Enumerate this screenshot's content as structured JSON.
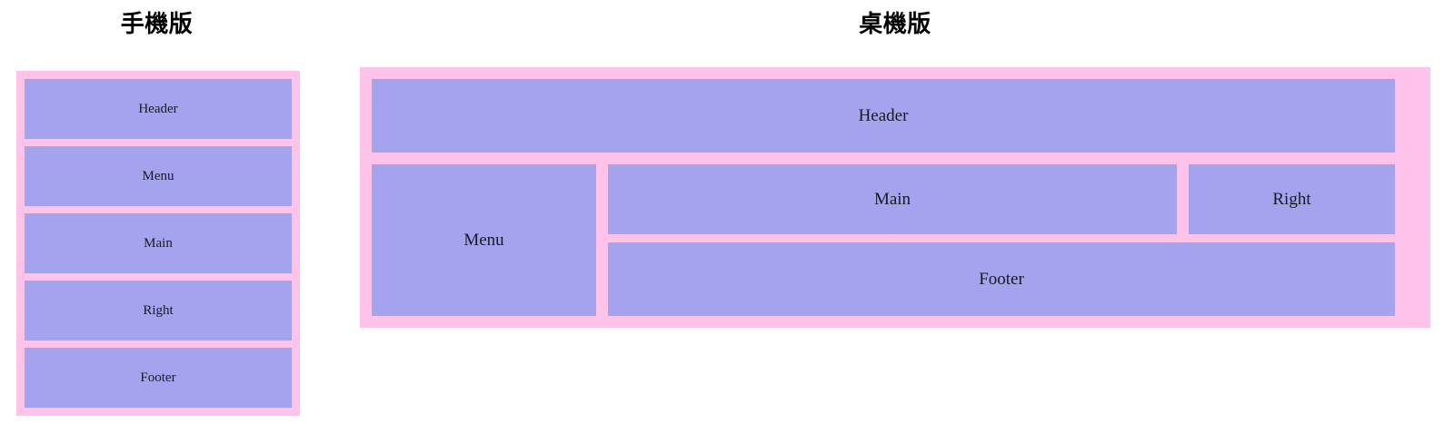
{
  "page": {
    "background": "#ffffff",
    "palette": {
      "container_pink": "#ffc2e9",
      "block_purple": "#a3a3ee",
      "text_dark": "#1a1a22",
      "title_black": "#000000"
    }
  },
  "mobile": {
    "title": "手機版",
    "blocks": [
      {
        "label": "Header"
      },
      {
        "label": "Menu"
      },
      {
        "label": "Main"
      },
      {
        "label": "Right"
      },
      {
        "label": "Footer"
      }
    ]
  },
  "desktop": {
    "title": "桌機版",
    "blocks": {
      "header": {
        "label": "Header"
      },
      "menu": {
        "label": "Menu"
      },
      "main": {
        "label": "Main"
      },
      "right": {
        "label": "Right"
      },
      "footer": {
        "label": "Footer"
      }
    }
  }
}
